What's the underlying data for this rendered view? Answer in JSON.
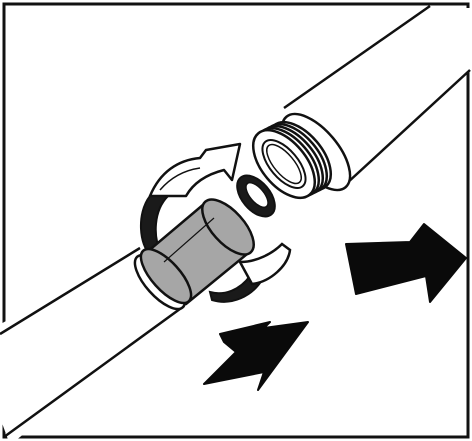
{
  "figure": {
    "subject": "pipe-coupling-assembly",
    "parts": [
      "upper-pipe-section",
      "threaded-male-end",
      "o-ring-seal",
      "lower-pipe-section",
      "coupling-sleeve",
      "rotation-arrow"
    ],
    "indicators": [
      "push-arrow-from-upper-right",
      "push-arrow-from-lower-left"
    ]
  },
  "colors": {
    "line": "#111111",
    "pipe_fill": "#ffffff",
    "sleeve_fill": "#a6a6a6",
    "dark_fill": "#1a1a1a",
    "background": "#ffffff"
  }
}
